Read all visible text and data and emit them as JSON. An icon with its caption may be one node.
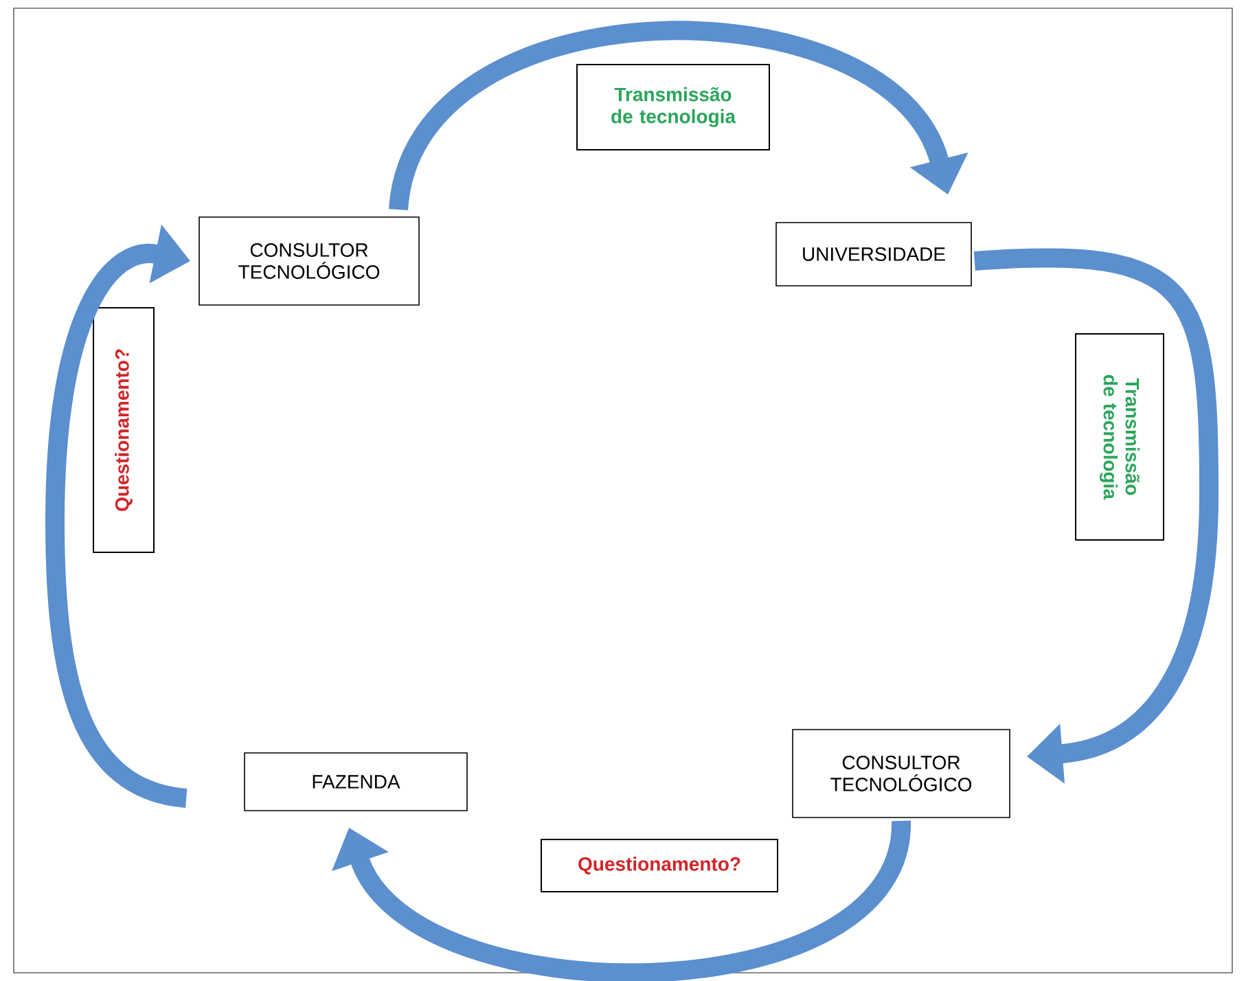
{
  "diagram": {
    "nodes": [
      {
        "text": [
          "CONSULTOR TECNOLÓGICO"
        ]
      },
      {
        "text": [
          "UNIVERSIDADE"
        ]
      },
      {
        "text": [
          "CONSULTOR TECNOLÓGICO"
        ]
      },
      {
        "text": [
          "FAZENDA"
        ]
      },
      {
        "text": [
          "Transmissão de tecnologia"
        ]
      },
      {
        "text": [
          "Transmissão de tecnologia"
        ]
      },
      {
        "text": [
          "Questionamento?"
        ]
      },
      {
        "text": [
          "Questionamento?"
        ]
      }
    ],
    "edges": [
      {
        "from": 0,
        "to": 1,
        "arrow": "to"
      },
      {
        "from": 1,
        "to": 2,
        "arrow": "to"
      },
      {
        "from": 2,
        "to": 3,
        "arrow": "to"
      },
      {
        "from": 3,
        "to": 0,
        "arrow": "to"
      }
    ]
  }
}
